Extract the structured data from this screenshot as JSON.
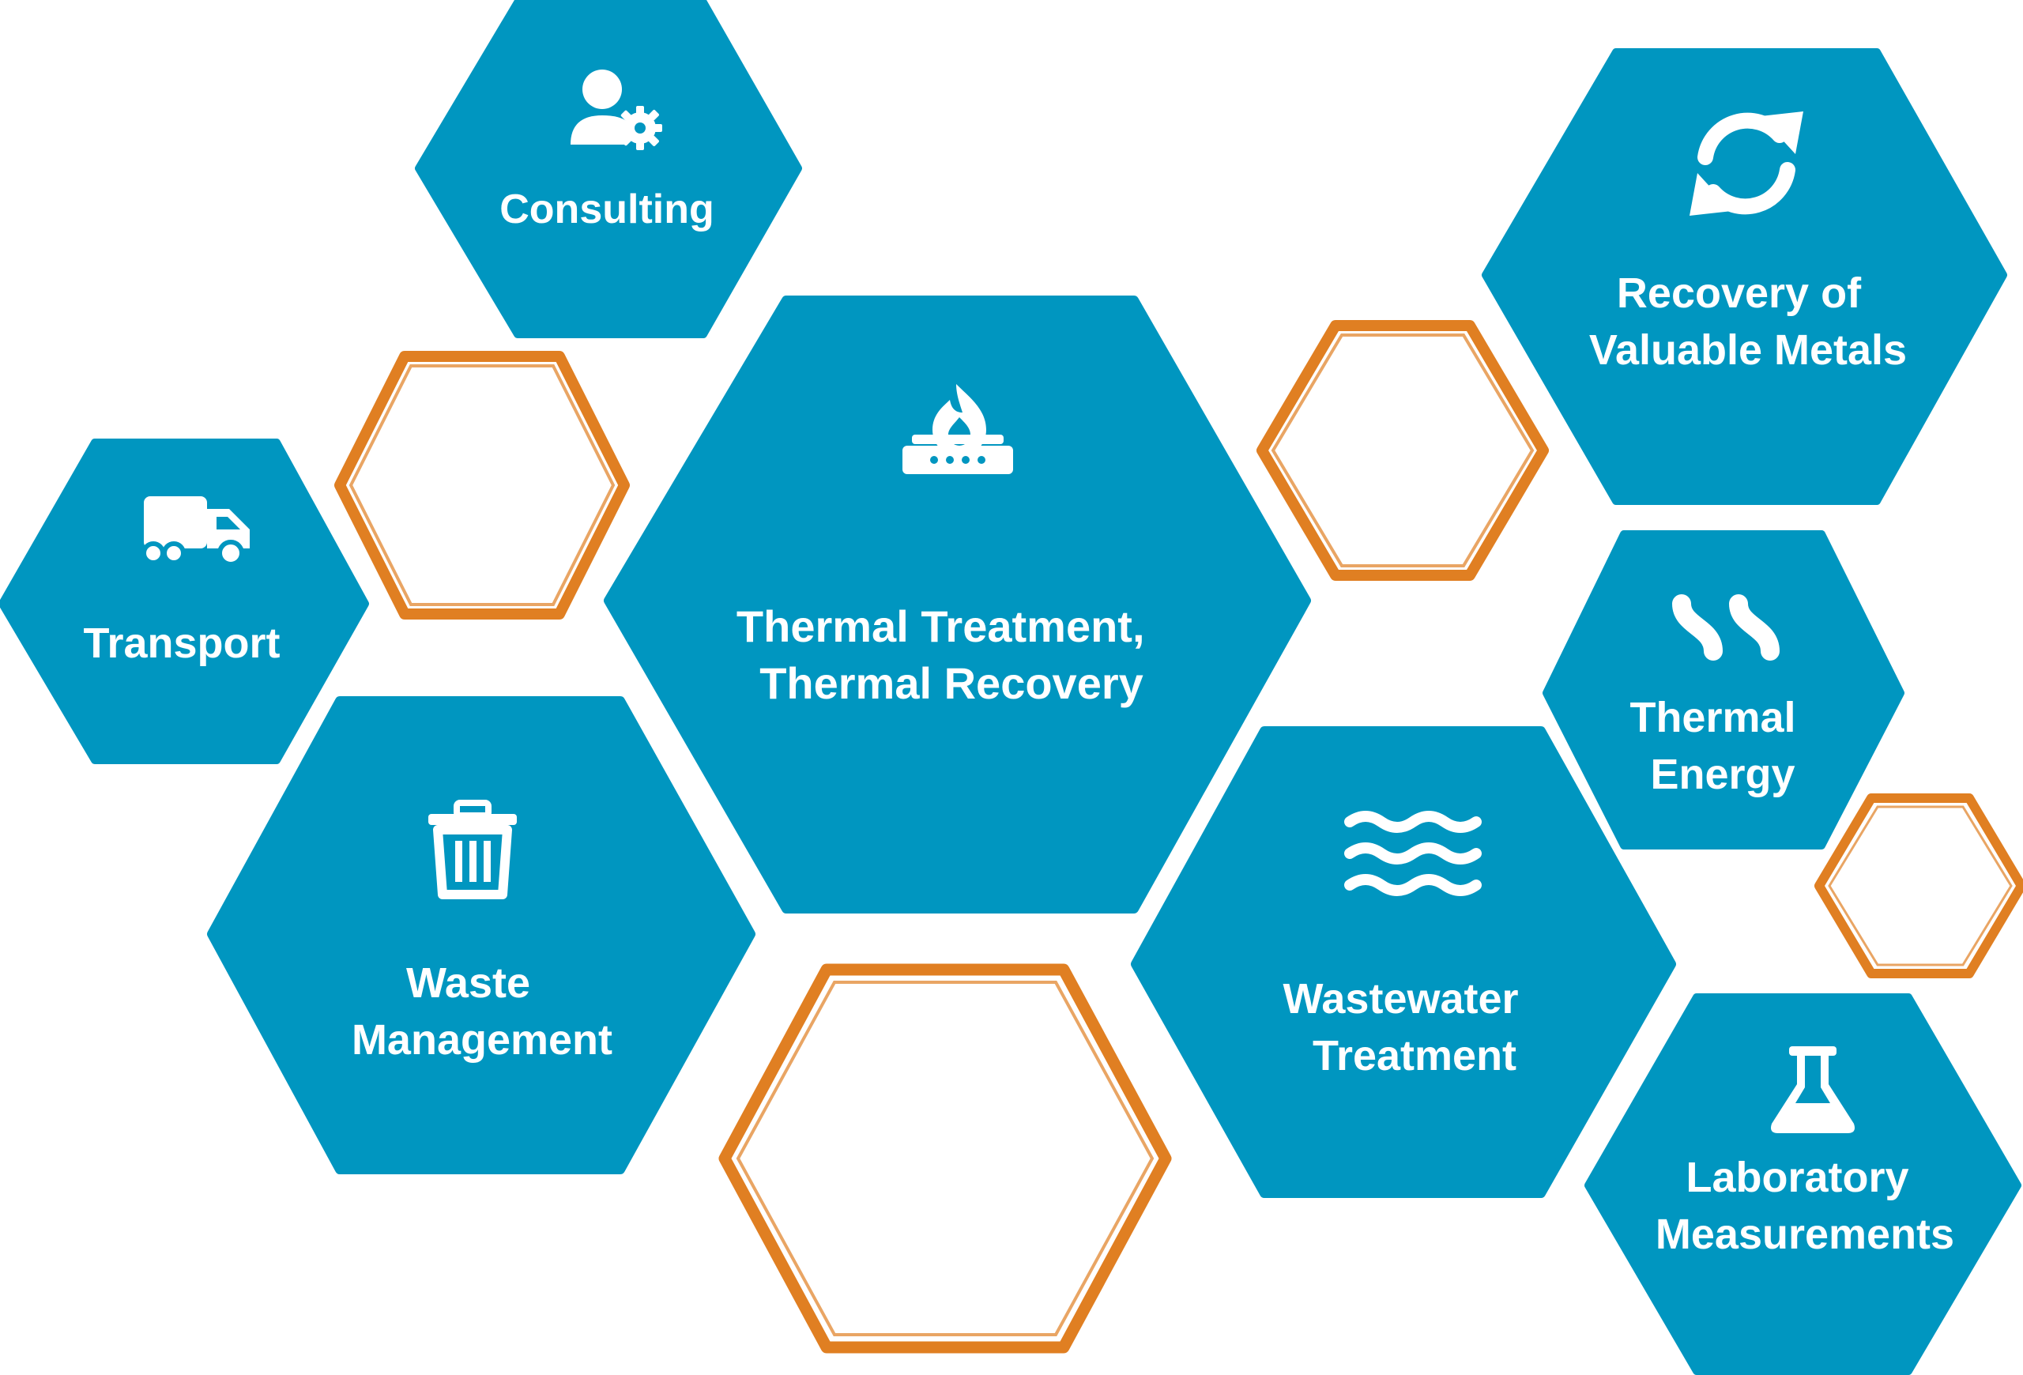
{
  "colors": {
    "hex_fill": "#0096c0",
    "outline": "#e07f22",
    "text": "#ffffff",
    "background": "#ffffff"
  },
  "hexagons": {
    "consulting": {
      "lines": [
        "Consulting"
      ],
      "icon": "user-gear-icon"
    },
    "recovery_metals": {
      "lines": [
        "Recovery of",
        "Valuable Metals"
      ],
      "icon": "refresh-arrows-icon"
    },
    "transport": {
      "lines": [
        "Transport"
      ],
      "icon": "truck-icon"
    },
    "thermal_treatment": {
      "lines": [
        "Thermal Treatment,",
        "Thermal Recovery"
      ],
      "icon": "flame-burner-icon"
    },
    "thermal_energy": {
      "lines": [
        "Thermal",
        "Energy"
      ],
      "icon": "heat-waves-icon"
    },
    "waste_management": {
      "lines": [
        "Waste",
        "Management"
      ],
      "icon": "trash-bin-icon"
    },
    "wastewater": {
      "lines": [
        "Wastewater",
        "Treatment"
      ],
      "icon": "water-waves-icon"
    },
    "laboratory": {
      "lines": [
        "Laboratory",
        "Measurements"
      ],
      "icon": "flask-icon"
    }
  }
}
